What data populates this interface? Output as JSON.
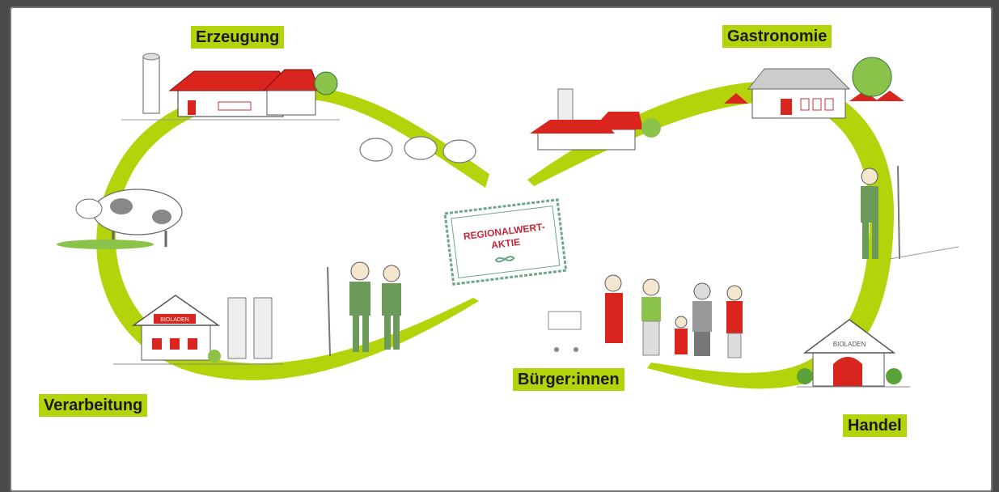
{
  "labels": {
    "erzeugung": "Erzeugung",
    "gastronomie": "Gastronomie",
    "verarbeitung": "Verarbeitung",
    "buerger": "Bürger:innen",
    "handel": "Handel"
  },
  "center_card": {
    "line1": "REGIONALWERT-",
    "line2": "AKTIE"
  },
  "signs": {
    "processing_building": "BIOLADEN",
    "shop": "BIOLADEN"
  },
  "colors": {
    "loop_green": "#b5d30a",
    "label_green": "#b5d30a",
    "roof_red": "#d9251d",
    "card_border": "#6fa68a",
    "card_text": "#c6283a"
  }
}
